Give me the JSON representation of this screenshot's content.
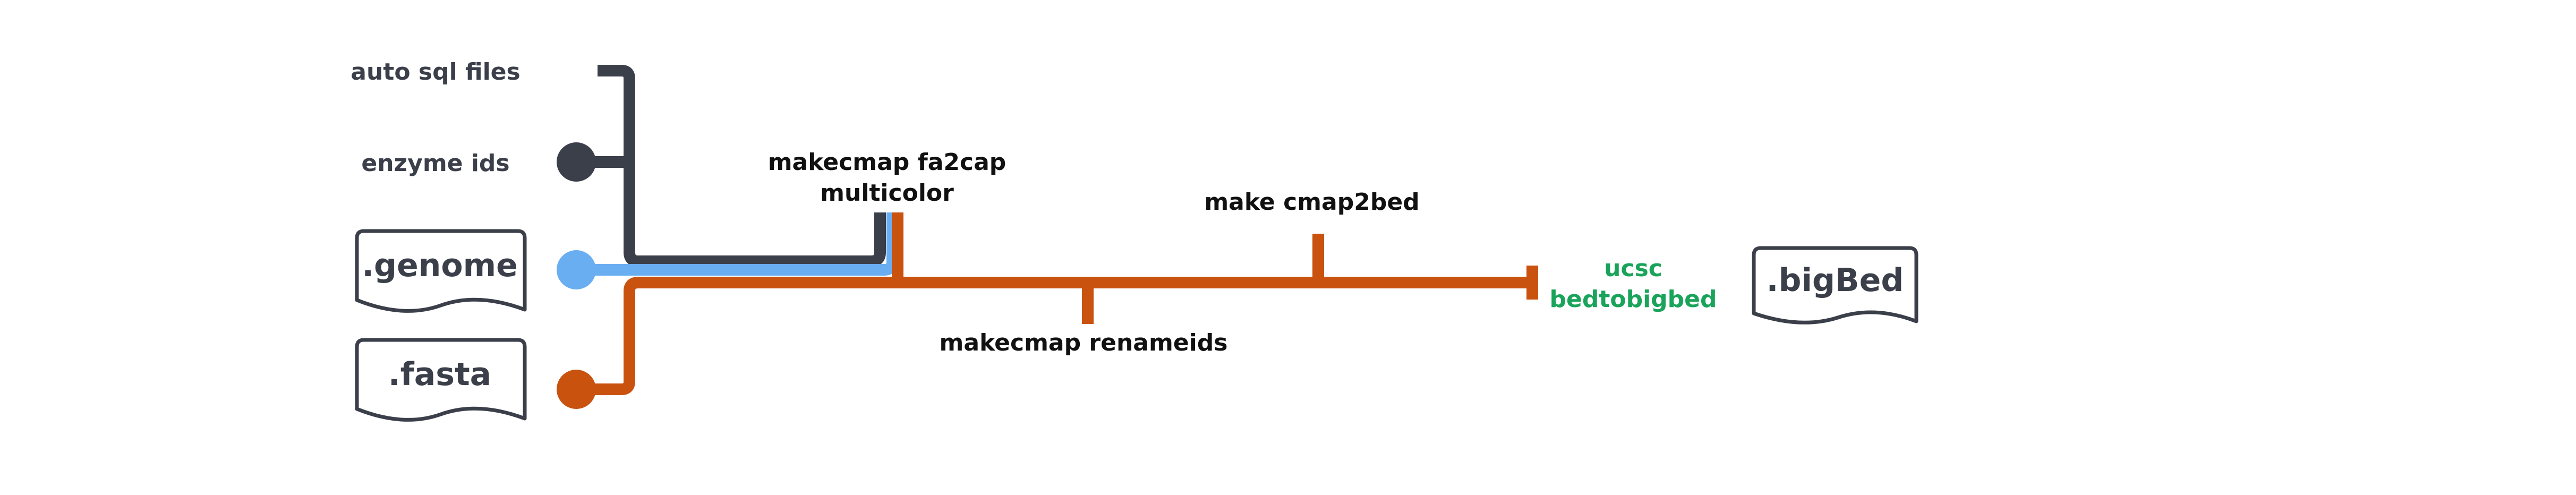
{
  "inputs": {
    "autosql": "auto sql files",
    "enzyme": "enzyme ids",
    "genome": ".genome",
    "fasta": ".fasta"
  },
  "steps": {
    "fa2cap_line1": "makecmap fa2cap",
    "fa2cap_line2": "multicolor",
    "cmap2bed": "make cmap2bed",
    "renameids": "makecmap renameids",
    "ucsc_line1": "ucsc",
    "ucsc_line2": "bedtobigbed"
  },
  "outputs": {
    "bigbed": ".bigBed"
  },
  "colors": {
    "dark_line": "#3b3f4a",
    "blue_line": "#6aaef2",
    "orange_line": "#c9520f",
    "tool_green": "#1aa35a"
  }
}
